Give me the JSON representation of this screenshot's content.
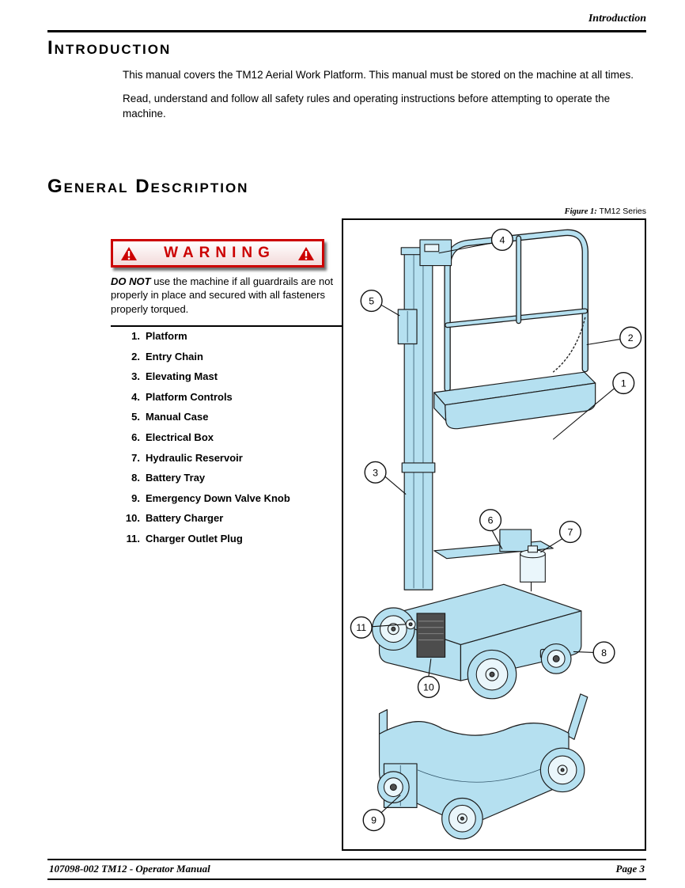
{
  "header": {
    "section_title": "Introduction"
  },
  "intro": {
    "title": "Introduction",
    "paragraph_1": "This manual covers the TM12 Aerial Work Platform. This manual must be stored on the machine at all times.",
    "paragraph_2": "Read, understand and follow all safety rules and operating instructions before attempting to operate the machine."
  },
  "general": {
    "title": "General Description",
    "figure": {
      "caption_label": "Figure 1:",
      "caption_text": "TM12 Series",
      "callouts": [
        "4",
        "5",
        "2",
        "1",
        "3",
        "6",
        "7",
        "11",
        "8",
        "10",
        "9"
      ]
    },
    "warning": {
      "title": "WARNING",
      "emphasis": "DO NOT",
      "body": "use the machine if all guardrails are not properly in place and secured with all fasteners properly torqued."
    },
    "parts": [
      {
        "num": "1.",
        "label": "Platform"
      },
      {
        "num": "2.",
        "label": "Entry Chain"
      },
      {
        "num": "3.",
        "label": "Elevating Mast"
      },
      {
        "num": "4.",
        "label": "Platform Controls"
      },
      {
        "num": "5.",
        "label": "Manual Case"
      },
      {
        "num": "6.",
        "label": "Electrical Box"
      },
      {
        "num": "7.",
        "label": "Hydraulic Reservoir"
      },
      {
        "num": "8.",
        "label": "Battery Tray"
      },
      {
        "num": "9.",
        "label": "Emergency Down Valve Knob"
      },
      {
        "num": "10.",
        "label": "Battery Charger"
      },
      {
        "num": "11.",
        "label": "Charger Outlet Plug"
      }
    ]
  },
  "footer": {
    "left": "107098-002 TM12 - Operator Manual",
    "right": "Page 3"
  },
  "colors": {
    "machine_fill": "#b5e0f0",
    "warning_red": "#cc0000"
  }
}
